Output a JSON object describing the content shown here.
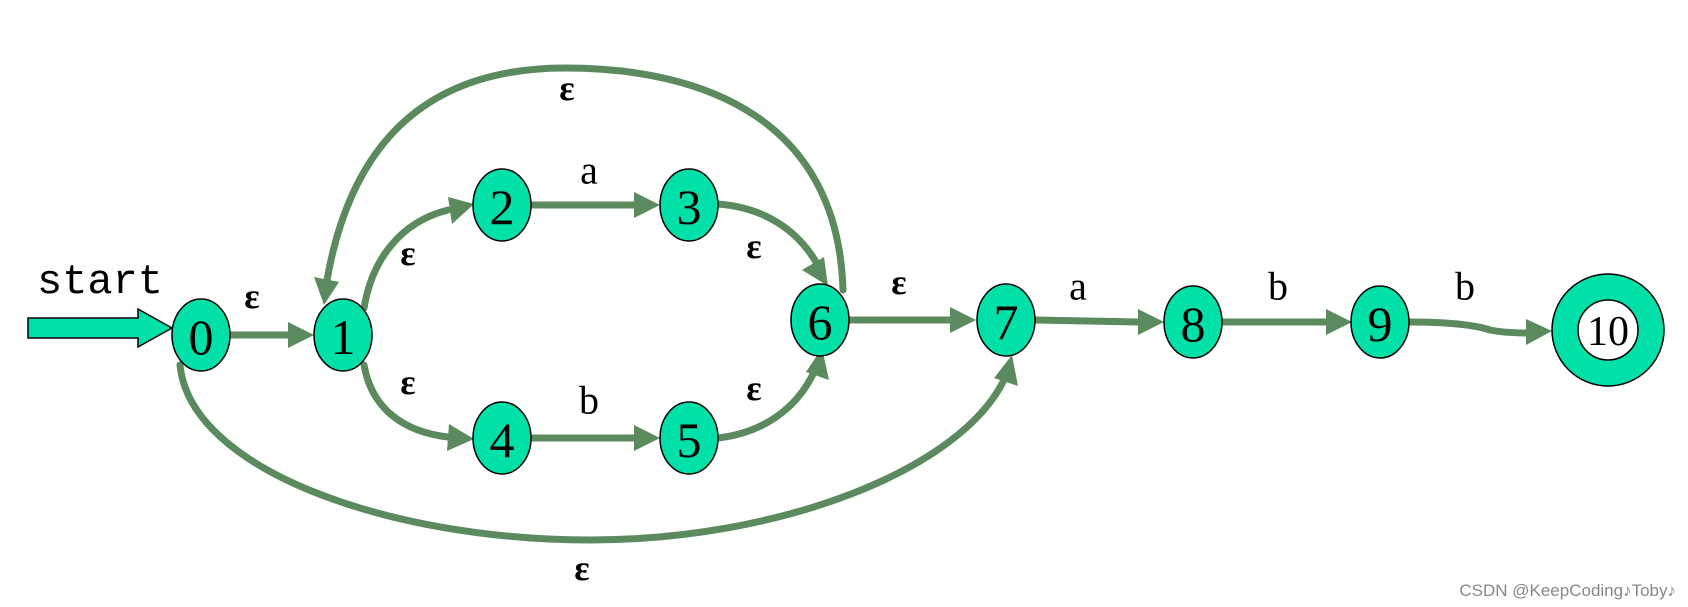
{
  "start_label": "start",
  "states": [
    {
      "id": "0",
      "accepting": false
    },
    {
      "id": "1",
      "accepting": false
    },
    {
      "id": "2",
      "accepting": false
    },
    {
      "id": "3",
      "accepting": false
    },
    {
      "id": "4",
      "accepting": false
    },
    {
      "id": "5",
      "accepting": false
    },
    {
      "id": "6",
      "accepting": false
    },
    {
      "id": "7",
      "accepting": false
    },
    {
      "id": "8",
      "accepting": false
    },
    {
      "id": "9",
      "accepting": false
    },
    {
      "id": "10",
      "accepting": true
    }
  ],
  "transitions": [
    {
      "from": "0",
      "to": "1",
      "label": "ε"
    },
    {
      "from": "1",
      "to": "2",
      "label": "ε"
    },
    {
      "from": "1",
      "to": "4",
      "label": "ε"
    },
    {
      "from": "2",
      "to": "3",
      "label": "a"
    },
    {
      "from": "4",
      "to": "5",
      "label": "b"
    },
    {
      "from": "3",
      "to": "6",
      "label": "ε"
    },
    {
      "from": "5",
      "to": "6",
      "label": "ε"
    },
    {
      "from": "6",
      "to": "1",
      "label": "ε"
    },
    {
      "from": "6",
      "to": "7",
      "label": "ε"
    },
    {
      "from": "0",
      "to": "7",
      "label": "ε"
    },
    {
      "from": "7",
      "to": "8",
      "label": "a"
    },
    {
      "from": "8",
      "to": "9",
      "label": "b"
    },
    {
      "from": "9",
      "to": "10",
      "label": "b"
    }
  ],
  "colors": {
    "state_fill": "#00e0a8",
    "edge": "#5a8a5e",
    "text": "#000000"
  },
  "watermark": "CSDN @KeepCoding♪Toby♪"
}
